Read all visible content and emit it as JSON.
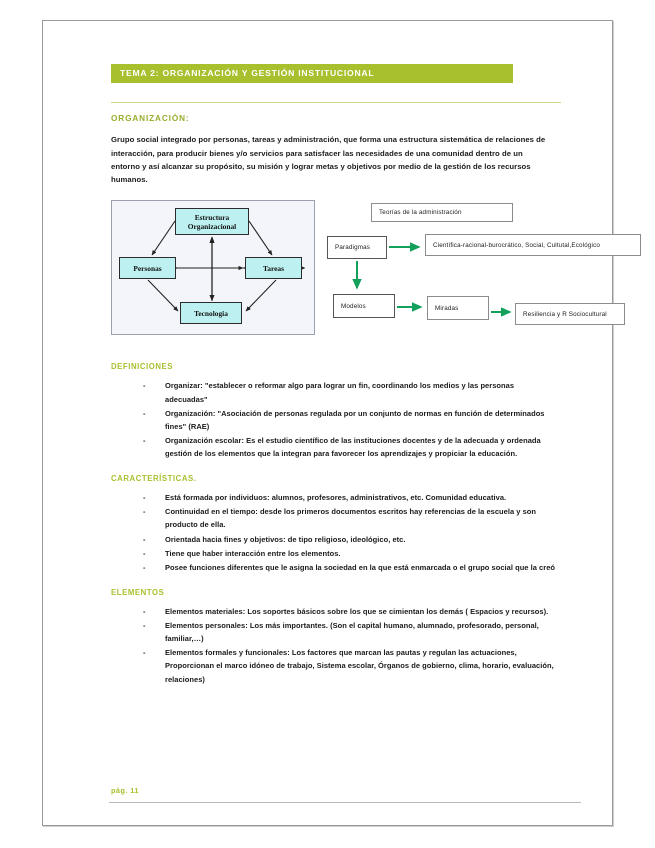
{
  "document": {
    "title_banner": "TEMA 2: ORGANIZACIÓN Y GESTIÓN INSTITUCIONAL",
    "section_label": "ORGANIZACIÓN:",
    "intro_paragraph": "Grupo social integrado por personas, tareas y administración, que forma una estructura sistemática de relaciones de interacción, para producir bienes y/o servicios para satisfacer las necesidades de una comunidad dentro de un entorno y así alcanzar su propósito, su misión y lograr metas y objetivos por medio de la gestión de los recursos humanos.",
    "footer_page": "pág. 11",
    "accent_color": "#a8bf2e",
    "heading_color": "#9aad2d",
    "arrow_color": "#13a05a"
  },
  "figure_left": {
    "name": "organizational-diamond-diagram",
    "nodes": {
      "top": "Estructura Organizacional",
      "left": "Personas",
      "right": "Tareas",
      "bottom": "Tecnologia"
    },
    "node_fill": "#bdf0f0",
    "canvas_fill": "#f4f4fb"
  },
  "figure_right": {
    "name": "administration-theories-flowchart",
    "nodes": {
      "teorias": "Teorías de la administración",
      "paradigmas": "Paradigmas",
      "cientifica": "Científica-racional-burocrático, Social, Cultutal,Ecológico",
      "modelos": "Modelos",
      "miradas": "Miradas",
      "resiliencia": "Resiliencia y R Sociocultural"
    }
  },
  "sections": [
    {
      "heading": "DEFINICIONES",
      "items": [
        "Organizar: \"establecer o reformar algo para lograr un fin, coordinando los medios y las personas adecuadas\"",
        "Organización: \"Asociación de personas regulada por un conjunto de normas en función de determinados fines\" (RAE)",
        "Organización escolar: Es el estudio científico de las instituciones docentes y de la adecuada y ordenada gestión de los elementos que la integran para favorecer los aprendizajes y propiciar la educación."
      ]
    },
    {
      "heading": "CARACTERÍSTICAS.",
      "items": [
        "Está formada por individuos: alumnos, profesores, administrativos, etc. Comunidad educativa.",
        "Continuidad en el tiempo: desde los primeros documentos escritos hay referencias de la escuela y son producto de ella.",
        "Orientada hacia fines y objetivos: de tipo religioso, ideológico, etc.",
        "Tiene que haber interacción entre los elementos.",
        "Posee funciones diferentes que le asigna la sociedad en la que está enmarcada o el grupo social que la creó"
      ]
    },
    {
      "heading": "ELEMENTOS",
      "items": [
        "Elementos materiales: Los soportes básicos sobre los que se cimientan los demás ( Espacios y recursos).",
        "Elementos personales: Los más importantes. (Son el capital humano, alumnado, profesorado, personal, familiar,…)",
        "Elementos formales y funcionales: Los factores que marcan las pautas y regulan las actuaciones, Proporcionan el marco idóneo de trabajo, Sistema escolar, Órganos de gobierno, clima, horario, evaluación, relaciones)"
      ]
    }
  ]
}
